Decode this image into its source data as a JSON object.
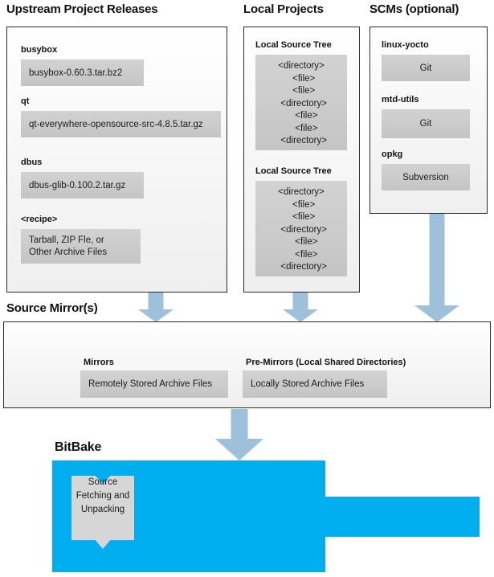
{
  "diagram": {
    "title": "BitBake Source Fetching and Mirrors",
    "colors": {
      "arrow": "#9fc0db",
      "bitbake": "#00aeef",
      "chip": "#cbcbcb",
      "panel_border": "#2b2b2b"
    }
  },
  "columns": {
    "upstream": {
      "title": "Upstream Project Releases",
      "entries": [
        {
          "label": "busybox",
          "value": "busybox-0.60.3.tar.bz2"
        },
        {
          "label": "qt",
          "value": "qt-everywhere-opensource-src-4.8.5.tar.gz"
        },
        {
          "label": "dbus",
          "value": "dbus-glib-0.100.2.tar.gz"
        },
        {
          "label": "<recipe>",
          "value_line1": "Tarball, ZIP Fle, or",
          "value_line2": "Other Archive Files"
        }
      ]
    },
    "local_projects": {
      "title": "Local Projects",
      "entries": [
        {
          "label": "Local Source Tree",
          "tree": [
            "<directory>",
            "  <file>",
            "  <file>",
            "  <directory>",
            "    <file>",
            "    <file>",
            "  <directory>"
          ]
        },
        {
          "label": "Local Source Tree",
          "tree": [
            "<directory>",
            "  <file>",
            "  <file>",
            "  <directory>",
            "    <file>",
            "    <file>",
            "  <directory>"
          ]
        }
      ]
    },
    "scms": {
      "title": "SCMs (optional)",
      "entries": [
        {
          "label": "linux-yocto",
          "value": "Git"
        },
        {
          "label": "mtd-utils",
          "value": "Git"
        },
        {
          "label": "opkg",
          "value": "Subversion"
        }
      ]
    }
  },
  "source_mirrors": {
    "title": "Source Mirror(s)",
    "entries": [
      {
        "label": "Mirrors",
        "value": "Remotely Stored Archive Files"
      },
      {
        "label": "Pre-Mirrors (Local Shared Directories)",
        "value": "Locally Stored Archive Files"
      }
    ]
  },
  "bitbake": {
    "title": "BitBake",
    "process": {
      "line1": "Source",
      "line2": "Fetching and",
      "line3": "Unpacking"
    }
  },
  "arrows": [
    {
      "name": "upstream-to-mirrors"
    },
    {
      "name": "local-projects-to-mirrors"
    },
    {
      "name": "scms-to-mirrors"
    },
    {
      "name": "mirrors-to-bitbake"
    }
  ]
}
